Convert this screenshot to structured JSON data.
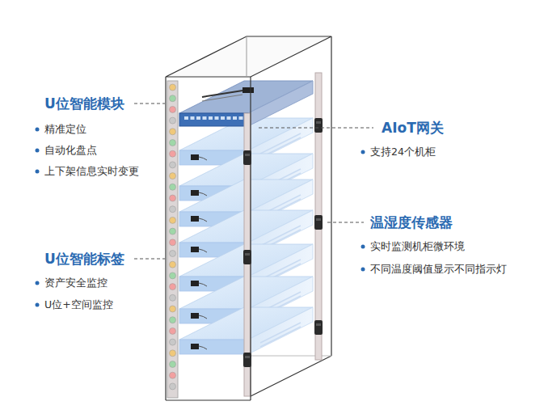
{
  "diagram": {
    "labels": [
      "U位智能模块",
      "精准定位",
      "自动化盘点",
      "上下架信息实时变更",
      "U位智能标签",
      "资产安全监控",
      "U位+空间监控",
      "AIoT网关",
      "支持24个机柜",
      "温湿度传感器",
      "实时监测机柜微环境",
      "不同温度阈值显示不同指示灯"
    ]
  }
}
